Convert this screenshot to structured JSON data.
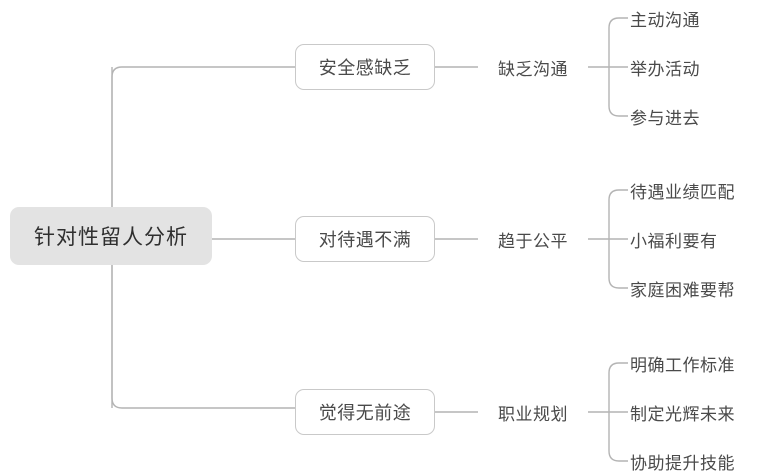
{
  "diagram": {
    "title": "针对性留人分析",
    "type": "mind-map",
    "colors": {
      "root_fill": "#e3e3e3",
      "node_fill": "#ffffff",
      "node_border": "#c9c9c9",
      "edge": "#b4b4b4",
      "text": "#4a4a4a",
      "root_text": "#2f2f2f",
      "background": "#ffffff"
    },
    "root": {
      "label": "针对性留人分析"
    },
    "branches": [
      {
        "label": "安全感缺乏",
        "measure": "缺乏沟通",
        "leaves": [
          "主动沟通",
          "举办活动",
          "参与进去"
        ]
      },
      {
        "label": "对待遇不满",
        "measure": "趋于公平",
        "leaves": [
          "待遇业绩匹配",
          "小福利要有",
          "家庭困难要帮"
        ]
      },
      {
        "label": "觉得无前途",
        "measure": "职业规划",
        "leaves": [
          "明确工作标准",
          "制定光辉未来",
          "协助提升技能"
        ]
      }
    ]
  }
}
